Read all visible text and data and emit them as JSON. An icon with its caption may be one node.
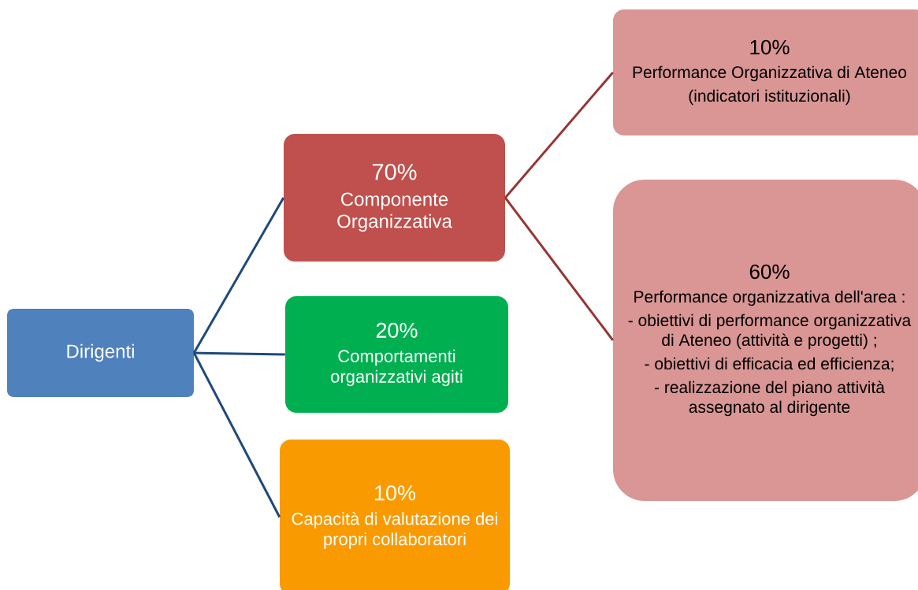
{
  "diagram": {
    "nodes": [
      {
        "text": [
          "Dirigenti"
        ]
      },
      {
        "text": [
          "70%",
          "Componente Organizzativa"
        ]
      },
      {
        "text": [
          "20%",
          "Comportamenti organizzativi agiti"
        ]
      },
      {
        "text": [
          "10%",
          "Capacità di valutazione dei propri collaboratori"
        ]
      },
      {
        "text": [
          "10%",
          "Performance Organizzativa di Ateneo",
          "(indicatori istituzionali)"
        ]
      },
      {
        "text": [
          "60%",
          "Performance organizzativa dell'area :",
          "- obiettivi di performance organizzativa di Ateneo (attività e progetti) ;",
          "- obiettivi di efficacia ed efficienza;",
          "- realizzazione del piano attività assegnato al dirigente"
        ]
      }
    ],
    "edges": [
      {
        "from": 0,
        "to": 1,
        "arrow": "none"
      },
      {
        "from": 0,
        "to": 2,
        "arrow": "none"
      },
      {
        "from": 0,
        "to": 3,
        "arrow": "none"
      },
      {
        "from": 1,
        "to": 4,
        "arrow": "none",
        "color": "#953735"
      },
      {
        "from": 1,
        "to": 5,
        "arrow": "none",
        "color": "#953735"
      }
    ]
  }
}
